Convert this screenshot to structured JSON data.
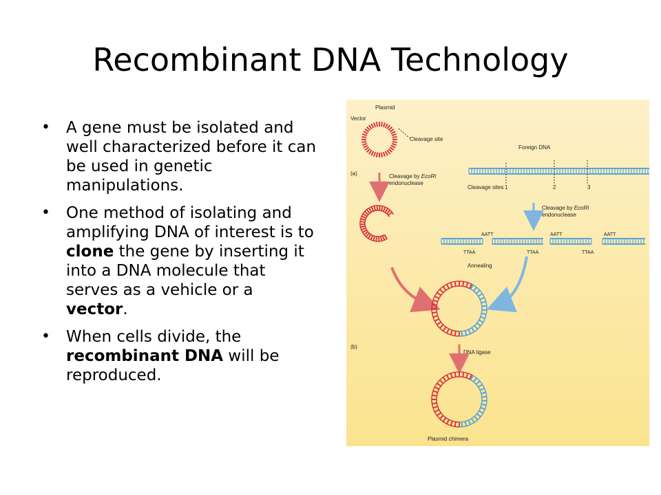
{
  "slide": {
    "title": "Recombinant DNA Technology",
    "bullets": [
      {
        "parts": [
          {
            "text": "A gene must be isolated and well characterized before it can be used in genetic manipulations.",
            "bold": false
          }
        ]
      },
      {
        "parts": [
          {
            "text": "One method of isolating and amplifying DNA of interest is to ",
            "bold": false
          },
          {
            "text": "clone",
            "bold": true
          },
          {
            "text": " the gene by inserting it into a DNA molecule that serves as a vehicle or a ",
            "bold": false
          },
          {
            "text": "vector",
            "bold": true
          },
          {
            "text": ".",
            "bold": false
          }
        ]
      },
      {
        "parts": [
          {
            "text": "When cells divide, the ",
            "bold": false
          },
          {
            "text": "recombinant DNA",
            "bold": true
          },
          {
            "text": " will be reproduced.",
            "bold": false
          }
        ]
      }
    ]
  },
  "figure": {
    "label_plasmid": "Plasmid",
    "label_vector": "Vector",
    "label_cleavage_site": "Cleavage site",
    "label_foreign_dna": "Foreign DNA",
    "label_panel_a": "(a)",
    "label_cleavage_by": "Cleavage by ",
    "label_ecori": "EcoRI",
    "label_endonuclease": "endonuclease",
    "label_cleavage_sites": "Cleavage sites",
    "site_numbers": [
      "1",
      "2",
      "3"
    ],
    "label_aatt": "AATT",
    "label_ttaa": "TTAA",
    "label_annealing": "Annealing",
    "label_panel_b": "(b)",
    "label_dna_ligase": "DNA ligase",
    "label_plasmid_chimera": "Plasmid chimera",
    "colors": {
      "background_top": "#fdf0c8",
      "background_bottom": "#fbe38e",
      "plasmid_red": "#d9363e",
      "foreign_blue": "#5aa6d8",
      "arrow_red": "#e07070",
      "arrow_blue": "#7fb6e0"
    }
  }
}
